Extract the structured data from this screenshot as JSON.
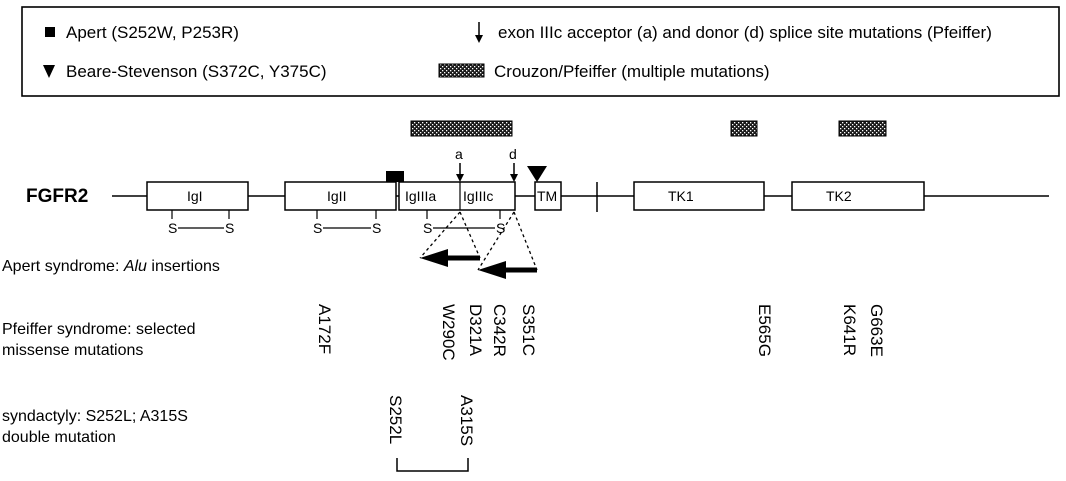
{
  "legend": {
    "apert": "Apert (S252W, P253R)",
    "beare": "Beare-Stevenson (S372C, Y375C)",
    "splice": "exon IIIc acceptor (a) and donor (d) splice site mutations (Pfeiffer)",
    "crouzon": "Crouzon/Pfeiffer (multiple mutations)"
  },
  "gene": "FGFR2",
  "domains": {
    "igI": "IgI",
    "igII": "IgII",
    "igIIIa": "IgIIIa",
    "igIIIc": "IgIIIc",
    "tm": "TM",
    "tk1": "TK1",
    "tk2": "TK2"
  },
  "disulfide": "S",
  "splice_labels": {
    "a": "a",
    "d": "d"
  },
  "rows": {
    "apert_alu": {
      "prefix": "Apert syndrome: ",
      "emph": "Alu",
      "suffix": " insertions"
    },
    "pfeiffer_line1": "Pfeiffer syndrome: selected",
    "pfeiffer_line2": "missense mutations",
    "synd_line1": "syndactyly: S252L; A315S",
    "synd_line2": "double mutation"
  },
  "pfeiffer_mutations": [
    "A172F",
    "W290C",
    "D321A",
    "C342R",
    "S351C",
    "E565G",
    "K641R",
    "G663E"
  ],
  "syndactyly_mutations": [
    "S252L",
    "A315S"
  ]
}
